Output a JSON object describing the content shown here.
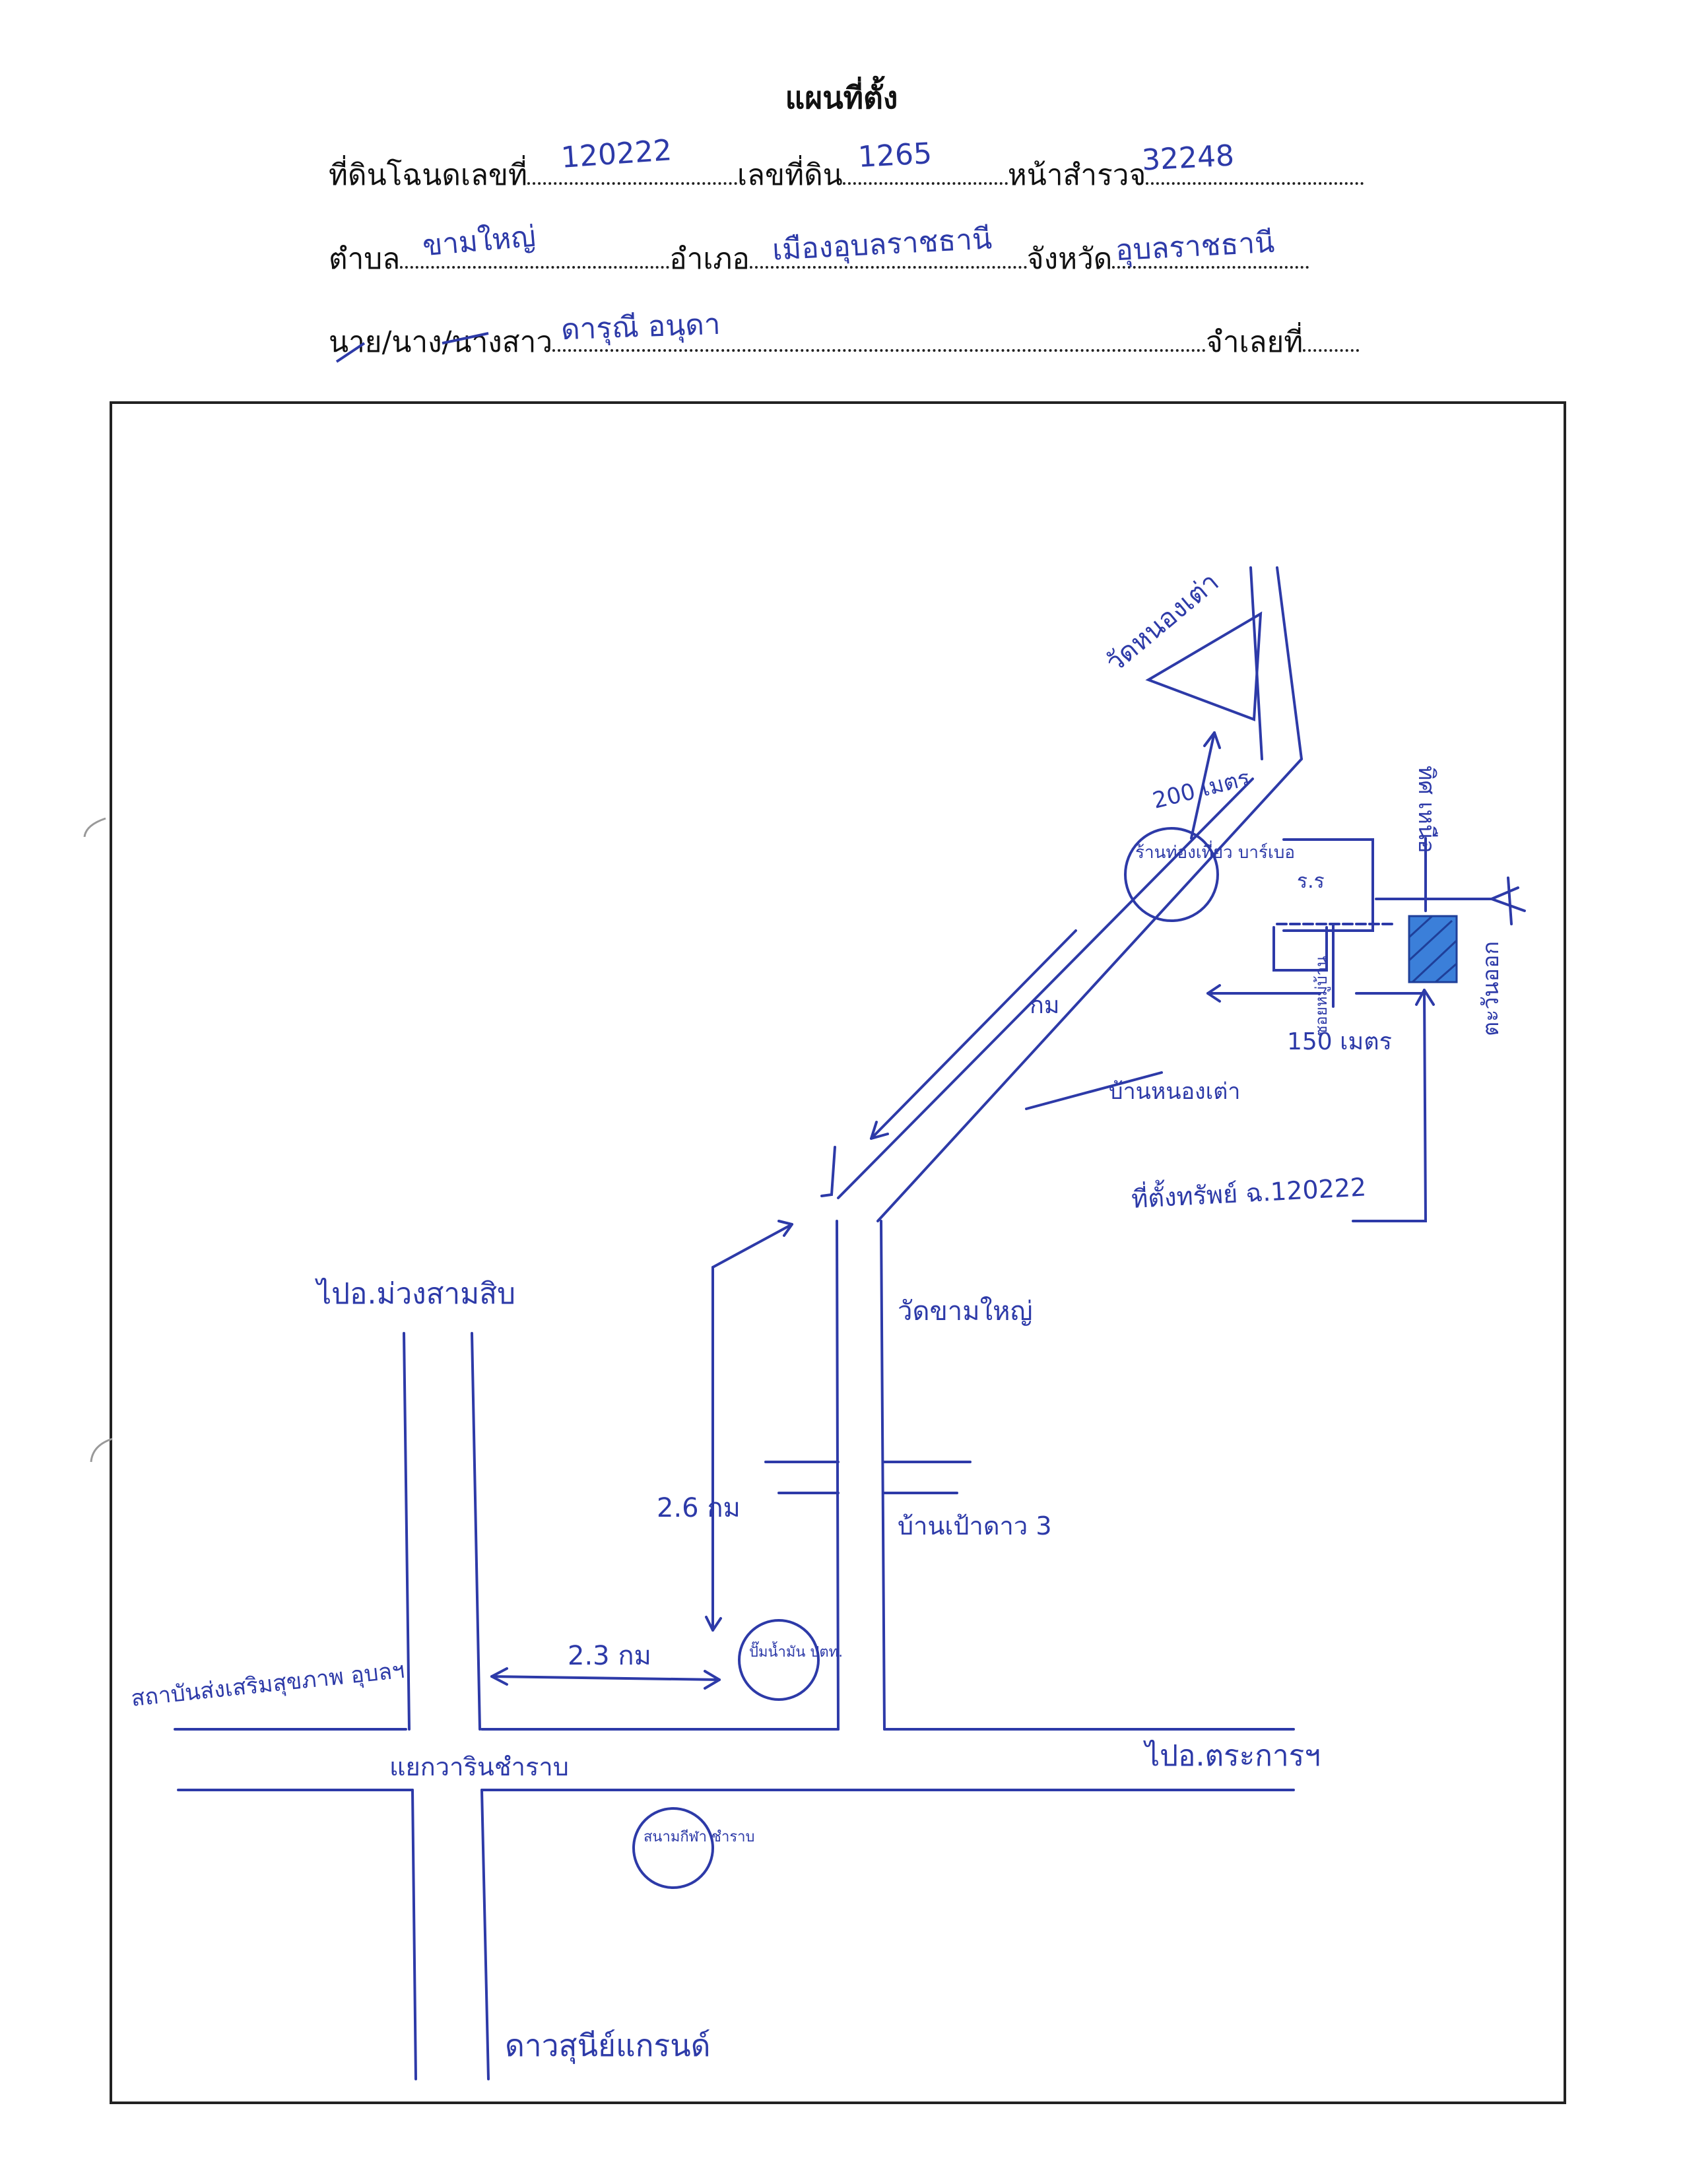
{
  "form": {
    "title": "แผนที่ตั้ง",
    "deed_label": "ที่ดินโฉนดเลขที่",
    "deed_value": "120222",
    "land_no_label": "เลขที่ดิน",
    "land_no_value": "1265",
    "survey_label": "หน้าสำรวจ",
    "survey_value": "32248",
    "subdistrict_label": "ตำบล",
    "subdistrict_value": "ขามใหญ่",
    "district_label": "อำเภอ",
    "district_value": "เมืองอุบลราชธานี",
    "province_label": "จังหวัด",
    "province_value": "อุบลราชธานี",
    "name_label": "นาย/นาง/นางสาว",
    "name_value": "ดารุณี อนุดา",
    "mortgagor_label": "จำเลยที่"
  },
  "map": {
    "wat_nong_khao": "วัดหนองเต่า",
    "dist_200m": "200 เมตร",
    "shop": "ร้านท่องเที่ยว บาร์เบอ",
    "ru": "ร.ร",
    "north_label": "ทิศ เหนือ",
    "east_label": "ตะวันออก",
    "dist_150m": "150 เมตร",
    "alley": "ซอยหมู่บ้าน",
    "km_marker": "กม",
    "village_noi": "บ้านหนองเต่า",
    "deed_marker": "ที่ตั้งทรัพย์ ฉ.120222",
    "to_amphoe": "ไปอ.ม่วงสามสิบ",
    "wat_kham_yai": "วัดขามใหญ่",
    "dist_26km": "2.6 กม",
    "village_3": "บ้านเป้าดาว 3",
    "dist_23km": "2.3 กม",
    "gas_station": "ปั๊มน้ำมัน ปตท.",
    "hospital": "สถาบันส่งเสริมสุขภาพ อุบลฯ",
    "intersection": "แยกวารินชำราบ",
    "to_trakan": "ไปอ.ตระการฯ",
    "stadium": "สนามกีฬา ชำราบ",
    "sunee_grand": "ดาวสุนีย์แกรนด์"
  }
}
